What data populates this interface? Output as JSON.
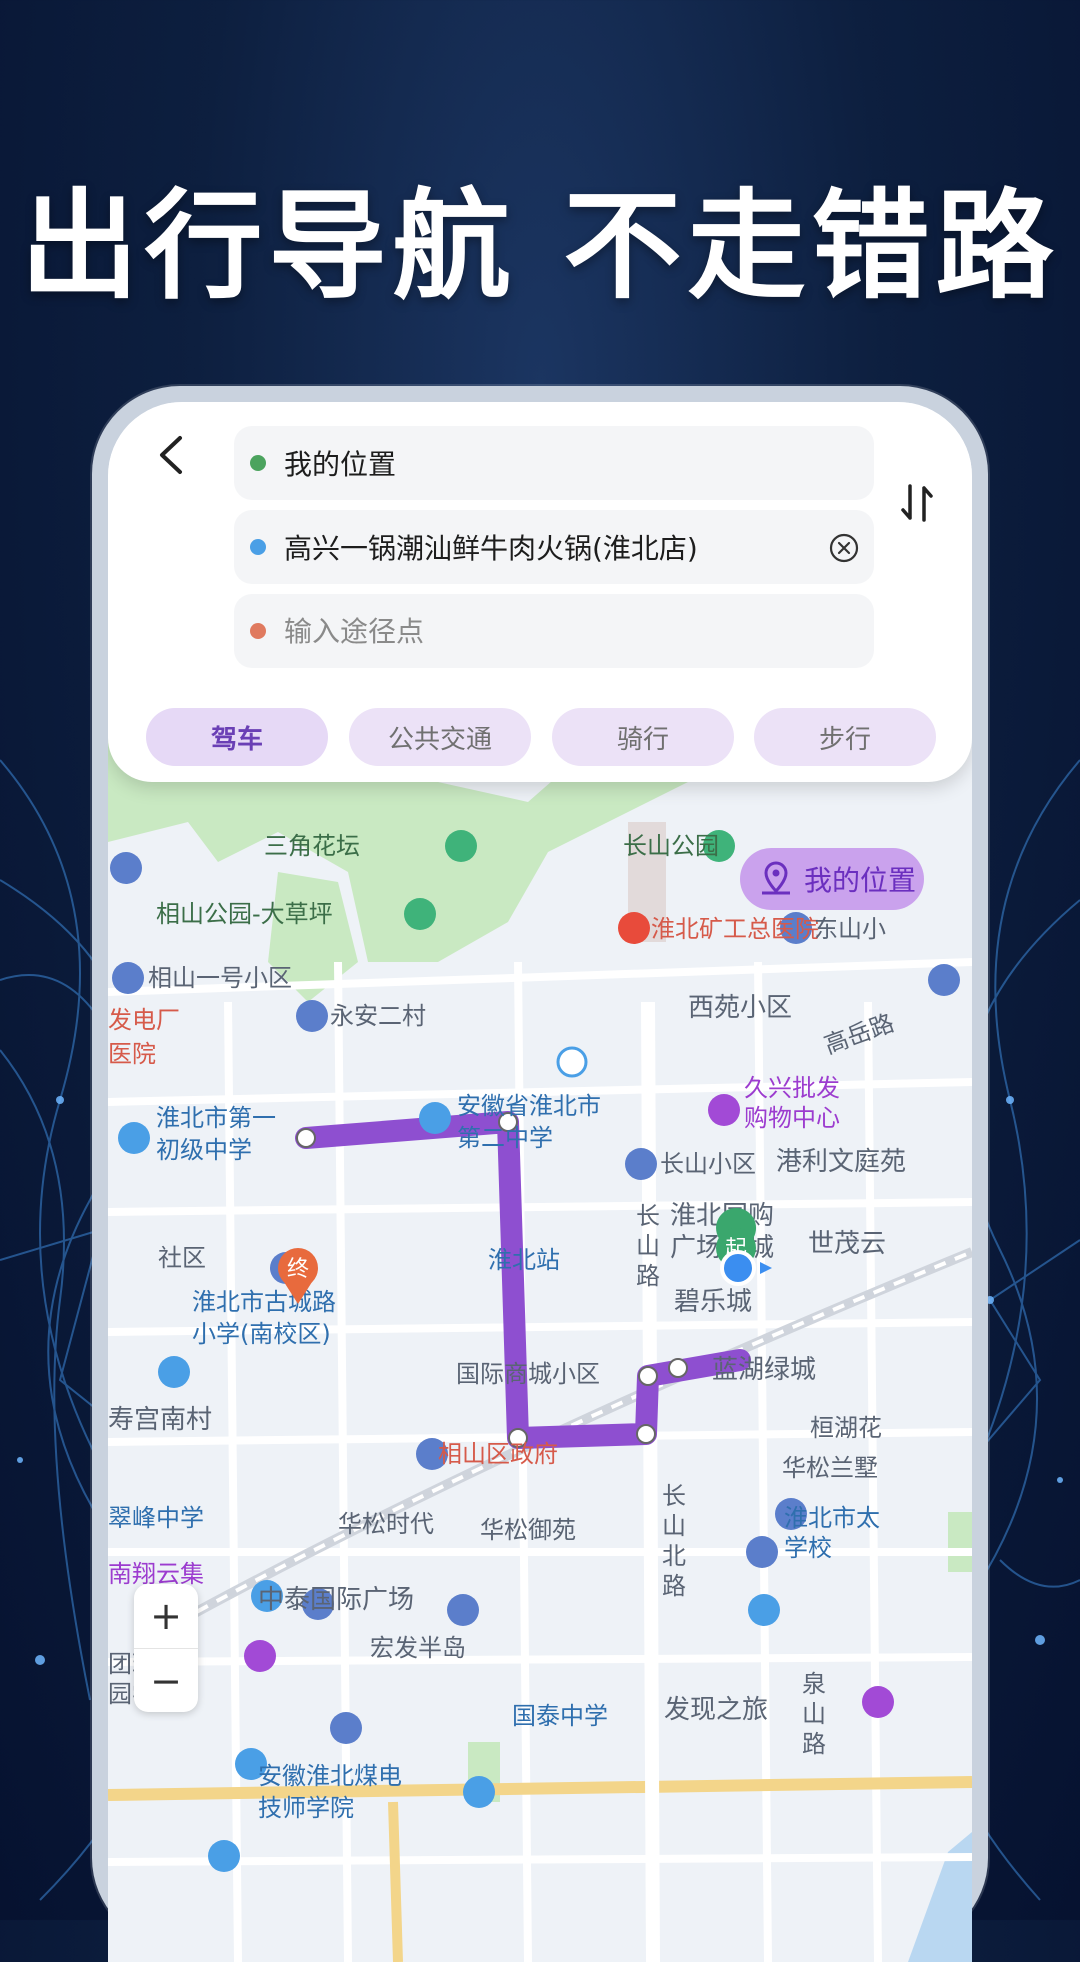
{
  "headline": "出行导航 不走错路",
  "search": {
    "origin": "我的位置",
    "destination": "高兴一锅潮汕鲜牛肉火锅(淮北店)",
    "waypoint_placeholder": "输入途径点"
  },
  "modes": [
    {
      "label": "驾车",
      "active": true
    },
    {
      "label": "公共交通",
      "active": false
    },
    {
      "label": "骑行",
      "active": false
    },
    {
      "label": "步行",
      "active": false
    }
  ],
  "map": {
    "my_location_label": "我的位置",
    "start_marker": "起",
    "end_marker": "终",
    "zoom_in": "+",
    "zoom_out": "−",
    "labels": {
      "sanjiao": "三角花坛",
      "changshan_park": "长山公园",
      "xiangshan_park": "相山公园-大草坪",
      "hospital": "淮北矿工总医院",
      "dongshan": "东山小",
      "xiangshan_1": "相山一号小区",
      "dianchang": "发电厂",
      "yiyuan": "医院",
      "yongan": "永安二村",
      "xiyuan": "西苑小区",
      "gaoyue": "高岳路",
      "jiuxing": "久兴批发\n购物中心",
      "no1_school": "淮北市第一\n初级中学",
      "no2_school": "安徽省淮北市\n第二中学",
      "changshan_xq": "长山小区",
      "gangli": "港利文庭苑",
      "changshan_road": "长山路",
      "guogou": "淮北国购\n广场大城",
      "shimao": "世茂云",
      "shequ": "社区",
      "station": "淮北站",
      "bilecheng": "碧乐城",
      "gucheng_school": "淮北市古城路\n小学(南校区)",
      "guoji": "国际商城小区",
      "lanhu": "蓝湖绿城",
      "gongnan": "寿宫南村",
      "huanhu": "桓湖花",
      "government": "相山区政府",
      "huasong_lan": "华松兰墅",
      "cuifeng": "翠峰中学",
      "huasong_sd": "华松时代",
      "huasong_yy": "华松御苑",
      "changshan_north": "长山北路",
      "taixue": "淮北市太\n学校",
      "nanxiang": "南翔云集",
      "zhongtai": "中泰国际广场",
      "hongfa": "宏发半岛",
      "tuanxian": "团现代\n园学校",
      "guotai": "国泰中学",
      "faxian": "发现之旅",
      "quanshan": "泉山路",
      "meidian": "安徽淮北煤电\n技师学院"
    }
  },
  "colors": {
    "route": "#8e4fd0",
    "accent": "#6a3fb5",
    "origin_dot": "#4ba35e",
    "destination_dot": "#4a9fe6",
    "waypoint_dot": "#e07a5f",
    "park": "#c9e9c2",
    "road_main": "#f3d58a"
  }
}
